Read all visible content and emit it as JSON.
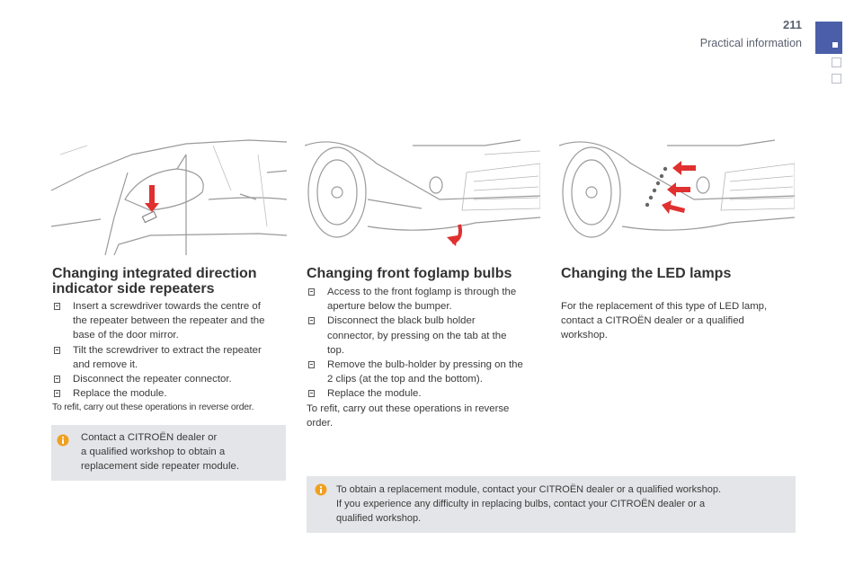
{
  "header": {
    "page_number": "211",
    "section": "Practical information"
  },
  "columns": [
    {
      "title_line1": "Changing integrated direction",
      "title_line2": "indicator side repeaters",
      "illustration_icon": "door-mirror-repeater-illustration",
      "steps": [
        {
          "l1": "Insert a screwdriver towards the centre of",
          "l2": "the repeater between the repeater and the",
          "l3": "base of the door mirror."
        },
        {
          "l1": "Tilt the screwdriver to extract the repeater",
          "l2": "and remove it."
        },
        {
          "l1": "Disconnect the repeater connector."
        },
        {
          "l1": "Replace the module."
        }
      ],
      "note": "To refit, carry out these operations in reverse order.",
      "info": {
        "l1": "Contact a CITROËN dealer or",
        "l2": "a qualified workshop to obtain a",
        "l3": "replacement side repeater module."
      }
    },
    {
      "title": "Changing front foglamp bulbs",
      "illustration_icon": "front-foglamp-illustration",
      "steps": [
        {
          "l1": "Access to the front foglamp is through the",
          "l2": "aperture below the bumper."
        },
        {
          "l1": "Disconnect the black bulb holder",
          "l2": "connector, by pressing on the tab at the",
          "l3": "top."
        },
        {
          "l1": "Remove the bulb-holder by pressing on the",
          "l2": "2 clips (at the top and the bottom)."
        },
        {
          "l1": "Replace the module."
        }
      ],
      "note_l1": "To refit, carry out these operations in reverse",
      "note_l2": "order."
    },
    {
      "title": "Changing the LED lamps",
      "illustration_icon": "led-lamps-illustration",
      "body_l1": "For the replacement of this type of LED lamp,",
      "body_l2": "contact a CITROËN dealer or a qualified",
      "body_l3": "workshop."
    }
  ],
  "bottom_info": {
    "l1": "To obtain a replacement module, contact your CITROËN dealer or a qualified workshop.",
    "l2": "If you experience any difficulty in replacing bulbs, contact your CITROËN dealer or a",
    "l3": "qualified workshop."
  },
  "colors": {
    "accent": "#4a5fa8",
    "info_bg": "#e4e5e8",
    "info_icon": "#f0a020",
    "arrow_red": "#e03030"
  }
}
